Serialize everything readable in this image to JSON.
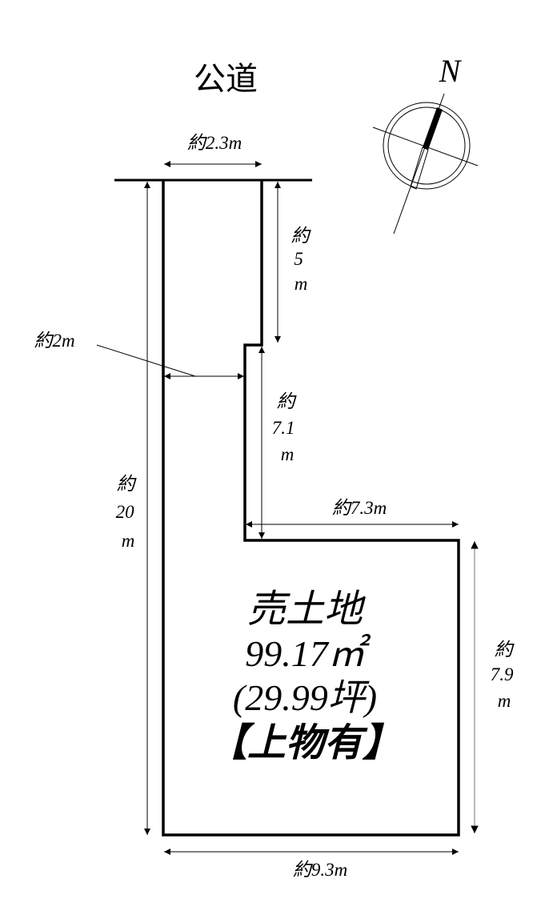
{
  "road": {
    "label": "公道"
  },
  "compass": {
    "label": "N"
  },
  "dimensions": {
    "top_width": "約2.3m",
    "upper_right_height": [
      "約",
      "5",
      "m"
    ],
    "neck_width": "約2m",
    "middle_height": [
      "約",
      "7.1",
      "m"
    ],
    "step_width": "約7.3m",
    "total_height": [
      "約",
      "20",
      "m"
    ],
    "lower_right_height": [
      "約",
      "7.9",
      "m"
    ],
    "bottom_width": "約9.3m"
  },
  "property": {
    "type": "売土地",
    "area_sqm": "99.17㎡",
    "area_tsubo": "(29.99坪)",
    "note": "【上物有】"
  },
  "colors": {
    "line": "#000000",
    "dim_line": "#222222",
    "background": "#ffffff"
  }
}
